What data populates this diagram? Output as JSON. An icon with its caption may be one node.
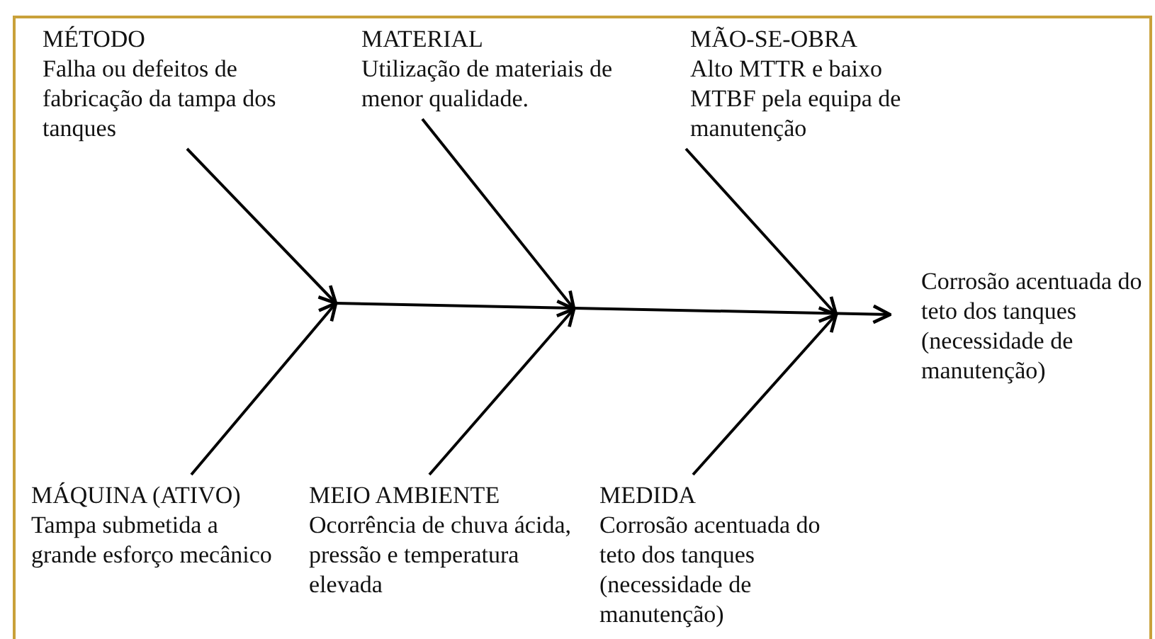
{
  "diagram": {
    "nodes": [
      {
        "text": [
          "MÉTODO",
          "Falha ou defeitos de fabricação da tampa dos tanques"
        ]
      },
      {
        "text": [
          "MATERIAL",
          "Utilização de materiais de menor qualidade."
        ]
      },
      {
        "text": [
          "MÃO-SE-OBRA",
          "Alto MTTR e baixo MTBF pela equipa de manutenção"
        ]
      },
      {
        "text": [
          "Corrosão acentuada do teto dos tanques (necessidade de manutenção)"
        ]
      },
      {
        "text": [
          "MÁQUINA (ATIVO)",
          "Tampa submetida a grande esforço mecânico"
        ]
      },
      {
        "text": [
          "MEIO AMBIENTE",
          "Ocorrência de chuva ácida, pressão e temperatura elevada"
        ]
      },
      {
        "text": [
          "MEDIDA",
          "Corrosão acentuada do teto dos tanques (necessidade de manutenção)"
        ]
      }
    ],
    "edges": [
      {
        "from": 0,
        "to": null,
        "arrow": "to"
      },
      {
        "from": 1,
        "to": null,
        "arrow": "to"
      },
      {
        "from": 2,
        "to": null,
        "arrow": "to"
      },
      {
        "from": 4,
        "to": null,
        "arrow": "to"
      },
      {
        "from": 5,
        "to": null,
        "arrow": "to"
      },
      {
        "from": 6,
        "to": null,
        "arrow": "to"
      },
      {
        "from": null,
        "to": 3,
        "arrow": "to"
      }
    ]
  }
}
